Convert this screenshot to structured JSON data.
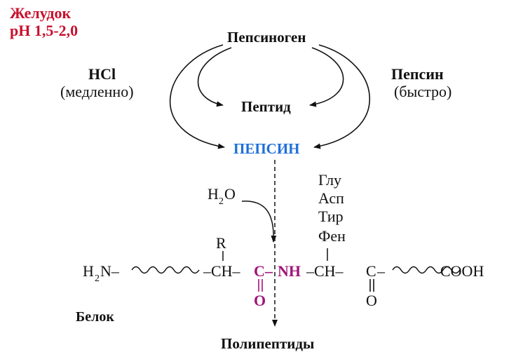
{
  "corner": {
    "line1": "Желудок",
    "line2": "pH 1,5-2,0"
  },
  "activation": {
    "zymogen": "Пепсиноген",
    "left_agent": "HCl",
    "left_rate": "(медленно)",
    "right_agent": "Пепсин",
    "right_rate": "(быстро)",
    "peptide": "Пептид",
    "enzyme": "ПЕПСИН"
  },
  "water": {
    "h": "H",
    "sub": "2",
    "o": "O"
  },
  "specificity": [
    "Глу",
    "Асп",
    "Тир",
    "Фен"
  ],
  "chain": {
    "amine_h": "H",
    "amine_sub": "2",
    "amine_n": "N–",
    "r_group": "R",
    "ch1": "–CH–",
    "c_carbonyl": "C",
    "dash": "–",
    "nh": "NH",
    "ch2": "–CH–",
    "c2": "C",
    "dash2": "–",
    "o1": "O",
    "o2": "O",
    "cooh": "COOH"
  },
  "protein_label": "Белок",
  "product": "Полипептиды",
  "colors": {
    "corner": "#c8102e",
    "enzyme": "#1e6fd9",
    "bond": "#a0157a"
  }
}
